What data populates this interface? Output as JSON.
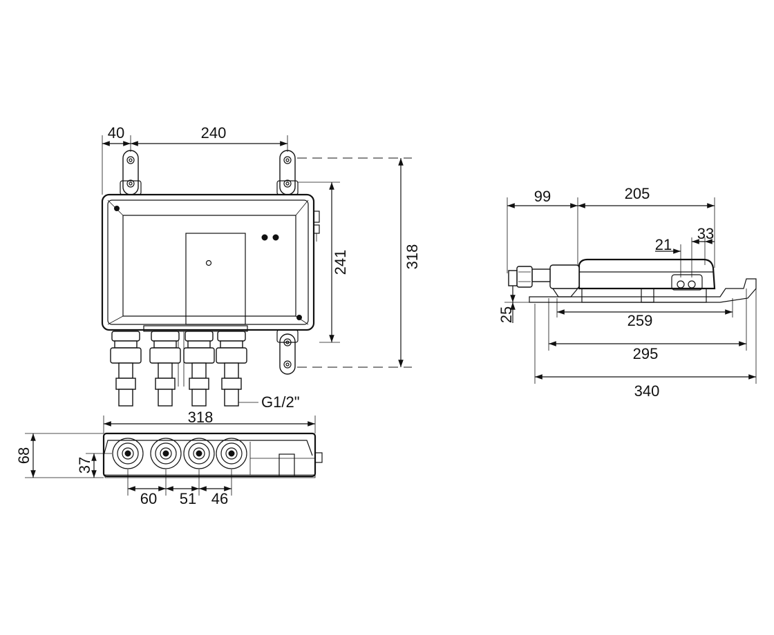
{
  "front_view": {
    "dim_bracket_offset": "40",
    "dim_bracket_spacing": "240",
    "dim_body_height": "241",
    "dim_total_height": "318",
    "thread_label": "G1/2\""
  },
  "bottom_view": {
    "dim_width": "318",
    "dim_height": "68",
    "dim_axis_height": "37",
    "dim_spacing_1": "60",
    "dim_spacing_2": "51",
    "dim_spacing_3": "46"
  },
  "side_view": {
    "dim_connector_depth": "99",
    "dim_body_depth": "205",
    "dim_offset_a": "21",
    "dim_offset_b": "33",
    "dim_base_height": "25",
    "dim_base_259": "259",
    "dim_base_295": "295",
    "dim_total_340": "340"
  }
}
